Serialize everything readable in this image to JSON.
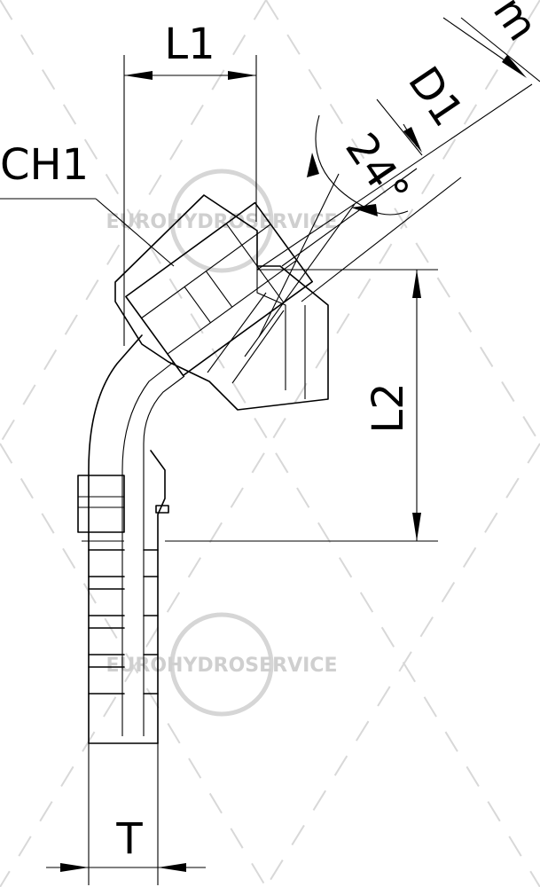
{
  "labels": {
    "l1": "L1",
    "l2": "L2",
    "ch1": "CH1",
    "t": "T",
    "d1": "D1",
    "m": "m",
    "angle": "24°"
  },
  "watermark": {
    "text_top": "EUROHYDROSERVICE",
    "text_bottom": "EUROHYDROSERVICE"
  },
  "colors": {
    "ink": "#000000",
    "watermark": "#d0d0d0",
    "background": "#ffffff"
  }
}
